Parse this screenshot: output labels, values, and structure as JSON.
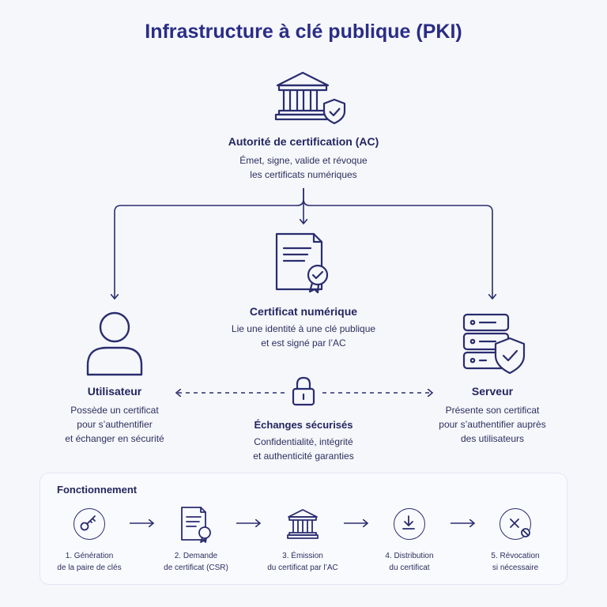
{
  "title": "Infrastructure à clé publique (PKI)",
  "colors": {
    "primary": "#2a2d6e",
    "title": "#2a2d86",
    "background": "#f6f7fb"
  },
  "authority": {
    "icon": "bank-shield-icon",
    "heading": "Autorité de certification (AC)",
    "desc_line1": "Émet, signe, valide et révoque",
    "desc_line2": "les certificats numériques"
  },
  "certificate": {
    "icon": "certificate-document-icon",
    "heading": "Certificat numérique",
    "desc_line1": "Lie une identité à une clé publique",
    "desc_line2": "et est signé par l’AC"
  },
  "user": {
    "icon": "user-icon",
    "heading": "Utilisateur",
    "desc_line1": "Possède un certificat",
    "desc_line2": "pour s’authentifier",
    "desc_line3": "et échanger en sécurité"
  },
  "server": {
    "icon": "server-shield-icon",
    "heading": "Serveur",
    "desc_line1": "Présente son certificat",
    "desc_line2": "pour s’authentifier auprès",
    "desc_line3": "des utilisateurs"
  },
  "exchange": {
    "icon": "lock-icon",
    "heading": "Échanges sécurisés",
    "desc_line1": "Confidentialité, intégrité",
    "desc_line2": "et authenticité garanties"
  },
  "process": {
    "title": "Fonctionnement",
    "steps": [
      {
        "icon": "key-icon",
        "line1": "1. Génération",
        "line2": "de la paire de clés"
      },
      {
        "icon": "certificate-icon",
        "line1": "2. Demande",
        "line2": "de certificat (CSR)"
      },
      {
        "icon": "bank-icon",
        "line1": "3. Émission",
        "line2": "du certificat par l’AC"
      },
      {
        "icon": "download-icon",
        "line1": "4. Distribution",
        "line2": "du certificat"
      },
      {
        "icon": "revoke-icon",
        "line1": "5. Révocation",
        "line2": "si nécessaire"
      }
    ]
  }
}
